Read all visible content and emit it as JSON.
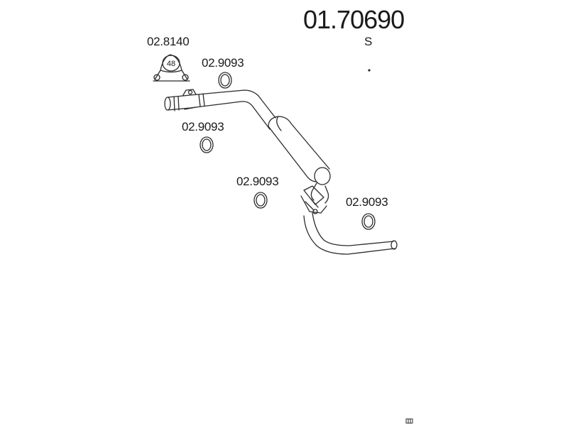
{
  "product": {
    "code": "01.70690",
    "variant": "S"
  },
  "parts": {
    "clamp": {
      "code": "02.8140",
      "size": "48"
    },
    "ring_1": {
      "code": "02.9093"
    },
    "ring_2": {
      "code": "02.9093"
    },
    "ring_3": {
      "code": "02.9093"
    },
    "ring_4": {
      "code": "02.9093"
    }
  },
  "colors": {
    "line": "#2b2b2b",
    "background": "#ffffff"
  }
}
